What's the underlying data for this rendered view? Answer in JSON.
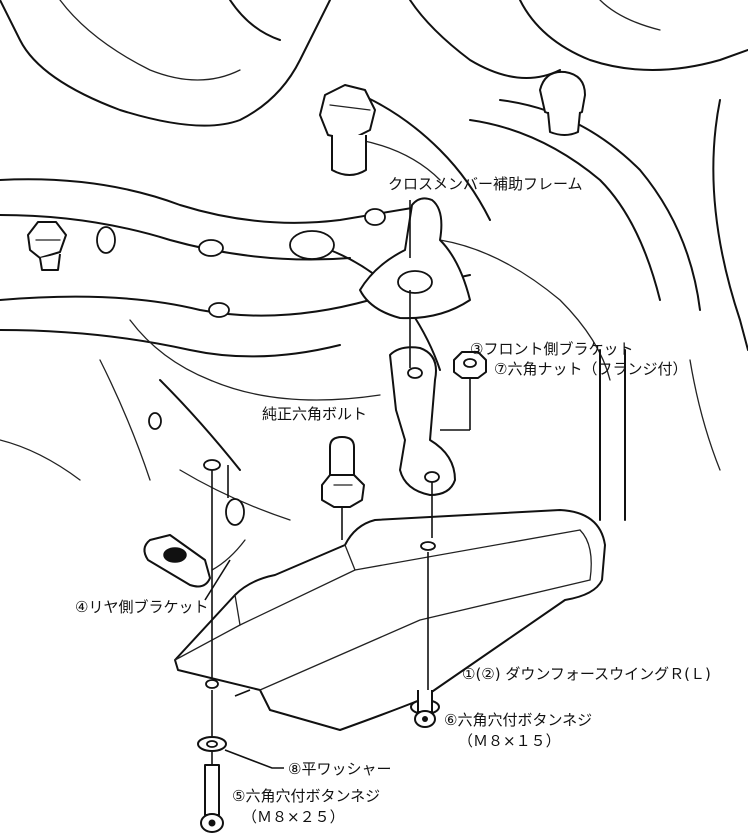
{
  "labels": {
    "crossmember_frame": "クロスメンバー補助フレーム",
    "front_bracket": "③フロント側ブラケット",
    "genuine_hex_bolt": "純正六角ボルト",
    "hex_nut_flange": "⑦六角ナット（フランジ付）",
    "rear_bracket": "④リヤ側ブラケット",
    "downforce_wing": "①(②) ダウンフォースウイングＲ(Ｌ)",
    "flat_washer": "⑧平ワッシャー",
    "button_screw_15": "⑥六角穴付ボタンネジ",
    "button_screw_15_size": "（Ｍ８×１５）",
    "button_screw_25": "⑤六角穴付ボタンネジ",
    "button_screw_25_size": "（Ｍ８×２５）"
  }
}
